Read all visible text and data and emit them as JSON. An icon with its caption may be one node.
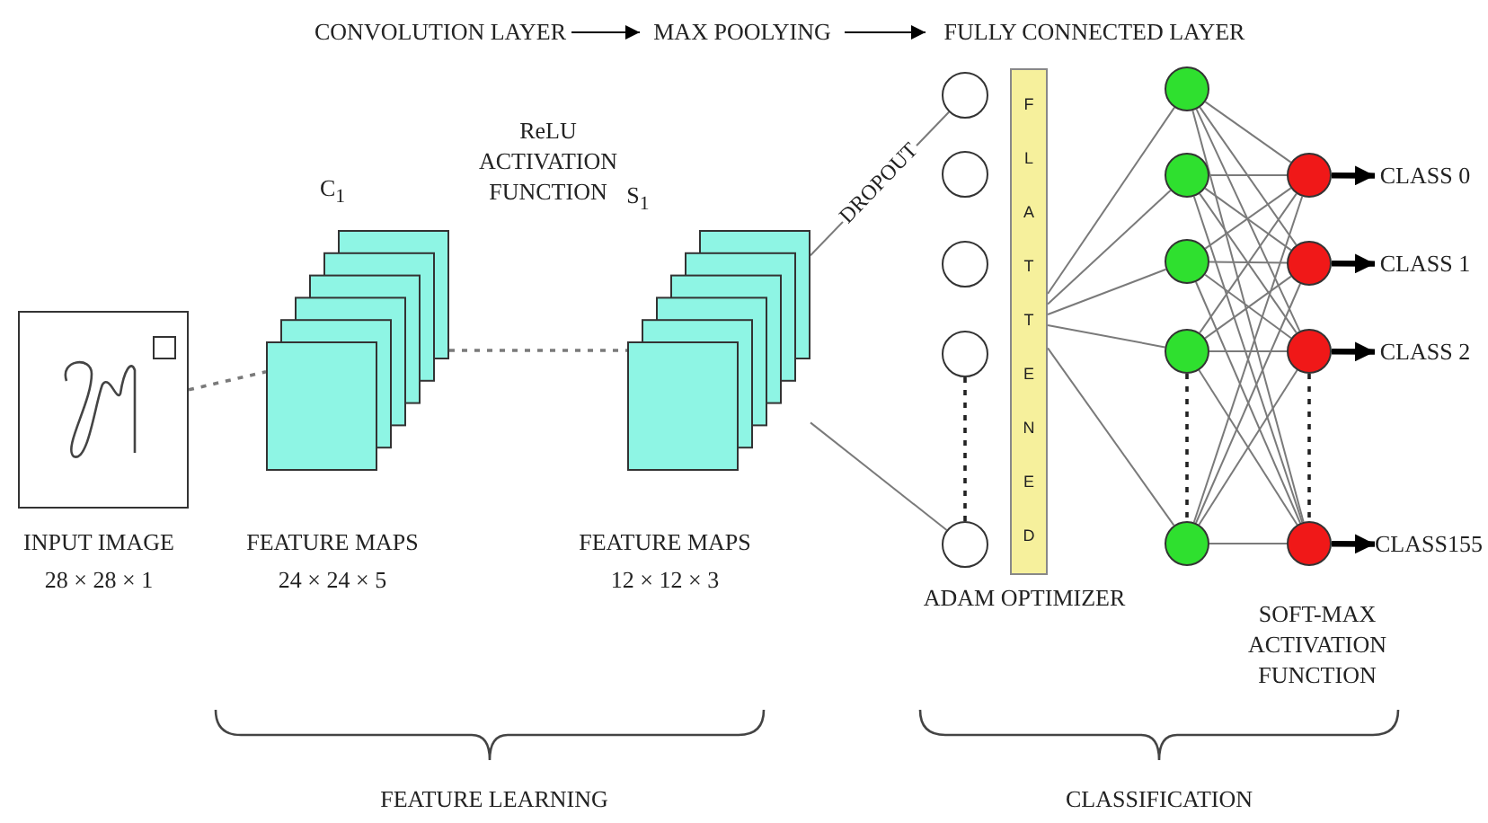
{
  "diagram": {
    "nodes": [
      {
        "text": [
          "CONVOLUTION LAYER"
        ]
      },
      {
        "text": [
          "MAX POOLYING"
        ]
      },
      {
        "text": [
          "FULLY CONNECTED LAYER"
        ]
      },
      {
        "text": [],
        "shape": "picture",
        "beside": [
          "INPUT IMAGE",
          "28 × 28 × 1"
        ]
      },
      {
        "text": [],
        "shape": "box",
        "beside": [
          "C$_{1}$",
          "FEATURE MAPS",
          "24 × 24 × 5"
        ]
      },
      {
        "text": [],
        "shape": "box",
        "beside": [
          "S$_{1}$",
          "FEATURE MAPS",
          "12 × 12 × 3"
        ]
      },
      {
        "text": [],
        "shape": "circle"
      },
      {
        "text": [],
        "shape": "circle"
      },
      {
        "text": [],
        "shape": "circle"
      },
      {
        "text": [],
        "shape": "circle"
      },
      {
        "text": [],
        "shape": "circle"
      },
      {
        "text": [
          "FLATTENED"
        ]
      },
      {
        "text": [],
        "shape": "circle"
      },
      {
        "text": [],
        "shape": "circle"
      },
      {
        "text": [],
        "shape": "circle"
      },
      {
        "text": [],
        "shape": "circle"
      },
      {
        "text": [],
        "shape": "circle"
      },
      {
        "text": [],
        "shape": "circle"
      },
      {
        "text": [],
        "shape": "circle"
      },
      {
        "text": [],
        "shape": "circle"
      },
      {
        "text": [],
        "shape": "circle"
      },
      {
        "text": [
          "CLASS 0"
        ]
      },
      {
        "text": [
          "CLASS 1"
        ]
      },
      {
        "text": [
          "CLASS 2"
        ]
      },
      {
        "text": [
          "CLASS155"
        ]
      }
    ],
    "edges": [
      {
        "from": 0,
        "to": 1,
        "arrow": "to",
        "color": "#000000"
      },
      {
        "from": 1,
        "to": 2,
        "arrow": "to",
        "color": "#000000"
      },
      {
        "from": 3,
        "to": 4,
        "arrow": "none",
        "style": "dashed"
      },
      {
        "from": 4,
        "to": 5,
        "arrow": "none",
        "style": "dashed"
      },
      {
        "from": 5,
        "to": 6,
        "arrow": "none",
        "label": "DROPOUT"
      },
      {
        "from": 5,
        "to": 10,
        "arrow": "none"
      },
      {
        "from": 11,
        "to": 12,
        "arrow": "none"
      },
      {
        "from": 11,
        "to": 13,
        "arrow": "none"
      },
      {
        "from": 11,
        "to": 14,
        "arrow": "none"
      },
      {
        "from": 11,
        "to": 15,
        "arrow": "none"
      },
      {
        "from": 11,
        "to": 16,
        "arrow": "none"
      },
      {
        "from": 12,
        "to": 17,
        "arrow": "none"
      },
      {
        "from": 12,
        "to": 18,
        "arrow": "none"
      },
      {
        "from": 12,
        "to": 19,
        "arrow": "none"
      },
      {
        "from": 12,
        "to": 20,
        "arrow": "none"
      },
      {
        "from": 13,
        "to": 17,
        "arrow": "none"
      },
      {
        "from": 13,
        "to": 18,
        "arrow": "none"
      },
      {
        "from": 13,
        "to": 19,
        "arrow": "none"
      },
      {
        "from": 13,
        "to": 20,
        "arrow": "none"
      },
      {
        "from": 14,
        "to": 17,
        "arrow": "none"
      },
      {
        "from": 14,
        "to": 18,
        "arrow": "none"
      },
      {
        "from": 14,
        "to": 19,
        "arrow": "none"
      },
      {
        "from": 14,
        "to": 20,
        "arrow": "none"
      },
      {
        "from": 15,
        "to": 17,
        "arrow": "none"
      },
      {
        "from": 15,
        "to": 18,
        "arrow": "none"
      },
      {
        "from": 15,
        "to": 19,
        "arrow": "none"
      },
      {
        "from": 15,
        "to": 20,
        "arrow": "none"
      },
      {
        "from": 16,
        "to": 17,
        "arrow": "none"
      },
      {
        "from": 16,
        "to": 18,
        "arrow": "none"
      },
      {
        "from": 16,
        "to": 19,
        "arrow": "none"
      },
      {
        "from": 16,
        "to": 20,
        "arrow": "none"
      },
      {
        "from": 9,
        "to": 10,
        "arrow": "none",
        "style": "dashed",
        "color": "#222222"
      },
      {
        "from": 15,
        "to": 16,
        "arrow": "none",
        "style": "dashed",
        "color": "#222222"
      },
      {
        "from": 19,
        "to": 20,
        "arrow": "none",
        "style": "dashed",
        "color": "#222222"
      },
      {
        "from": 17,
        "to": 21,
        "arrow": "to",
        "style": "thick",
        "color": "#000000"
      },
      {
        "from": 18,
        "to": 22,
        "arrow": "to",
        "style": "thick",
        "color": "#000000"
      },
      {
        "from": 19,
        "to": 23,
        "arrow": "to",
        "style": "thick",
        "color": "#000000"
      },
      {
        "from": 20,
        "to": 24,
        "arrow": "to",
        "style": "thick",
        "color": "#000000"
      }
    ],
    "labels": [
      "ReLU ACTIVATION FUNCTION",
      "ADAM OPTIMIZER",
      "SOFT-MAX ACTIVATION FUNCTION",
      "FEATURE LEARNING",
      "CLASSIFICATION"
    ]
  }
}
